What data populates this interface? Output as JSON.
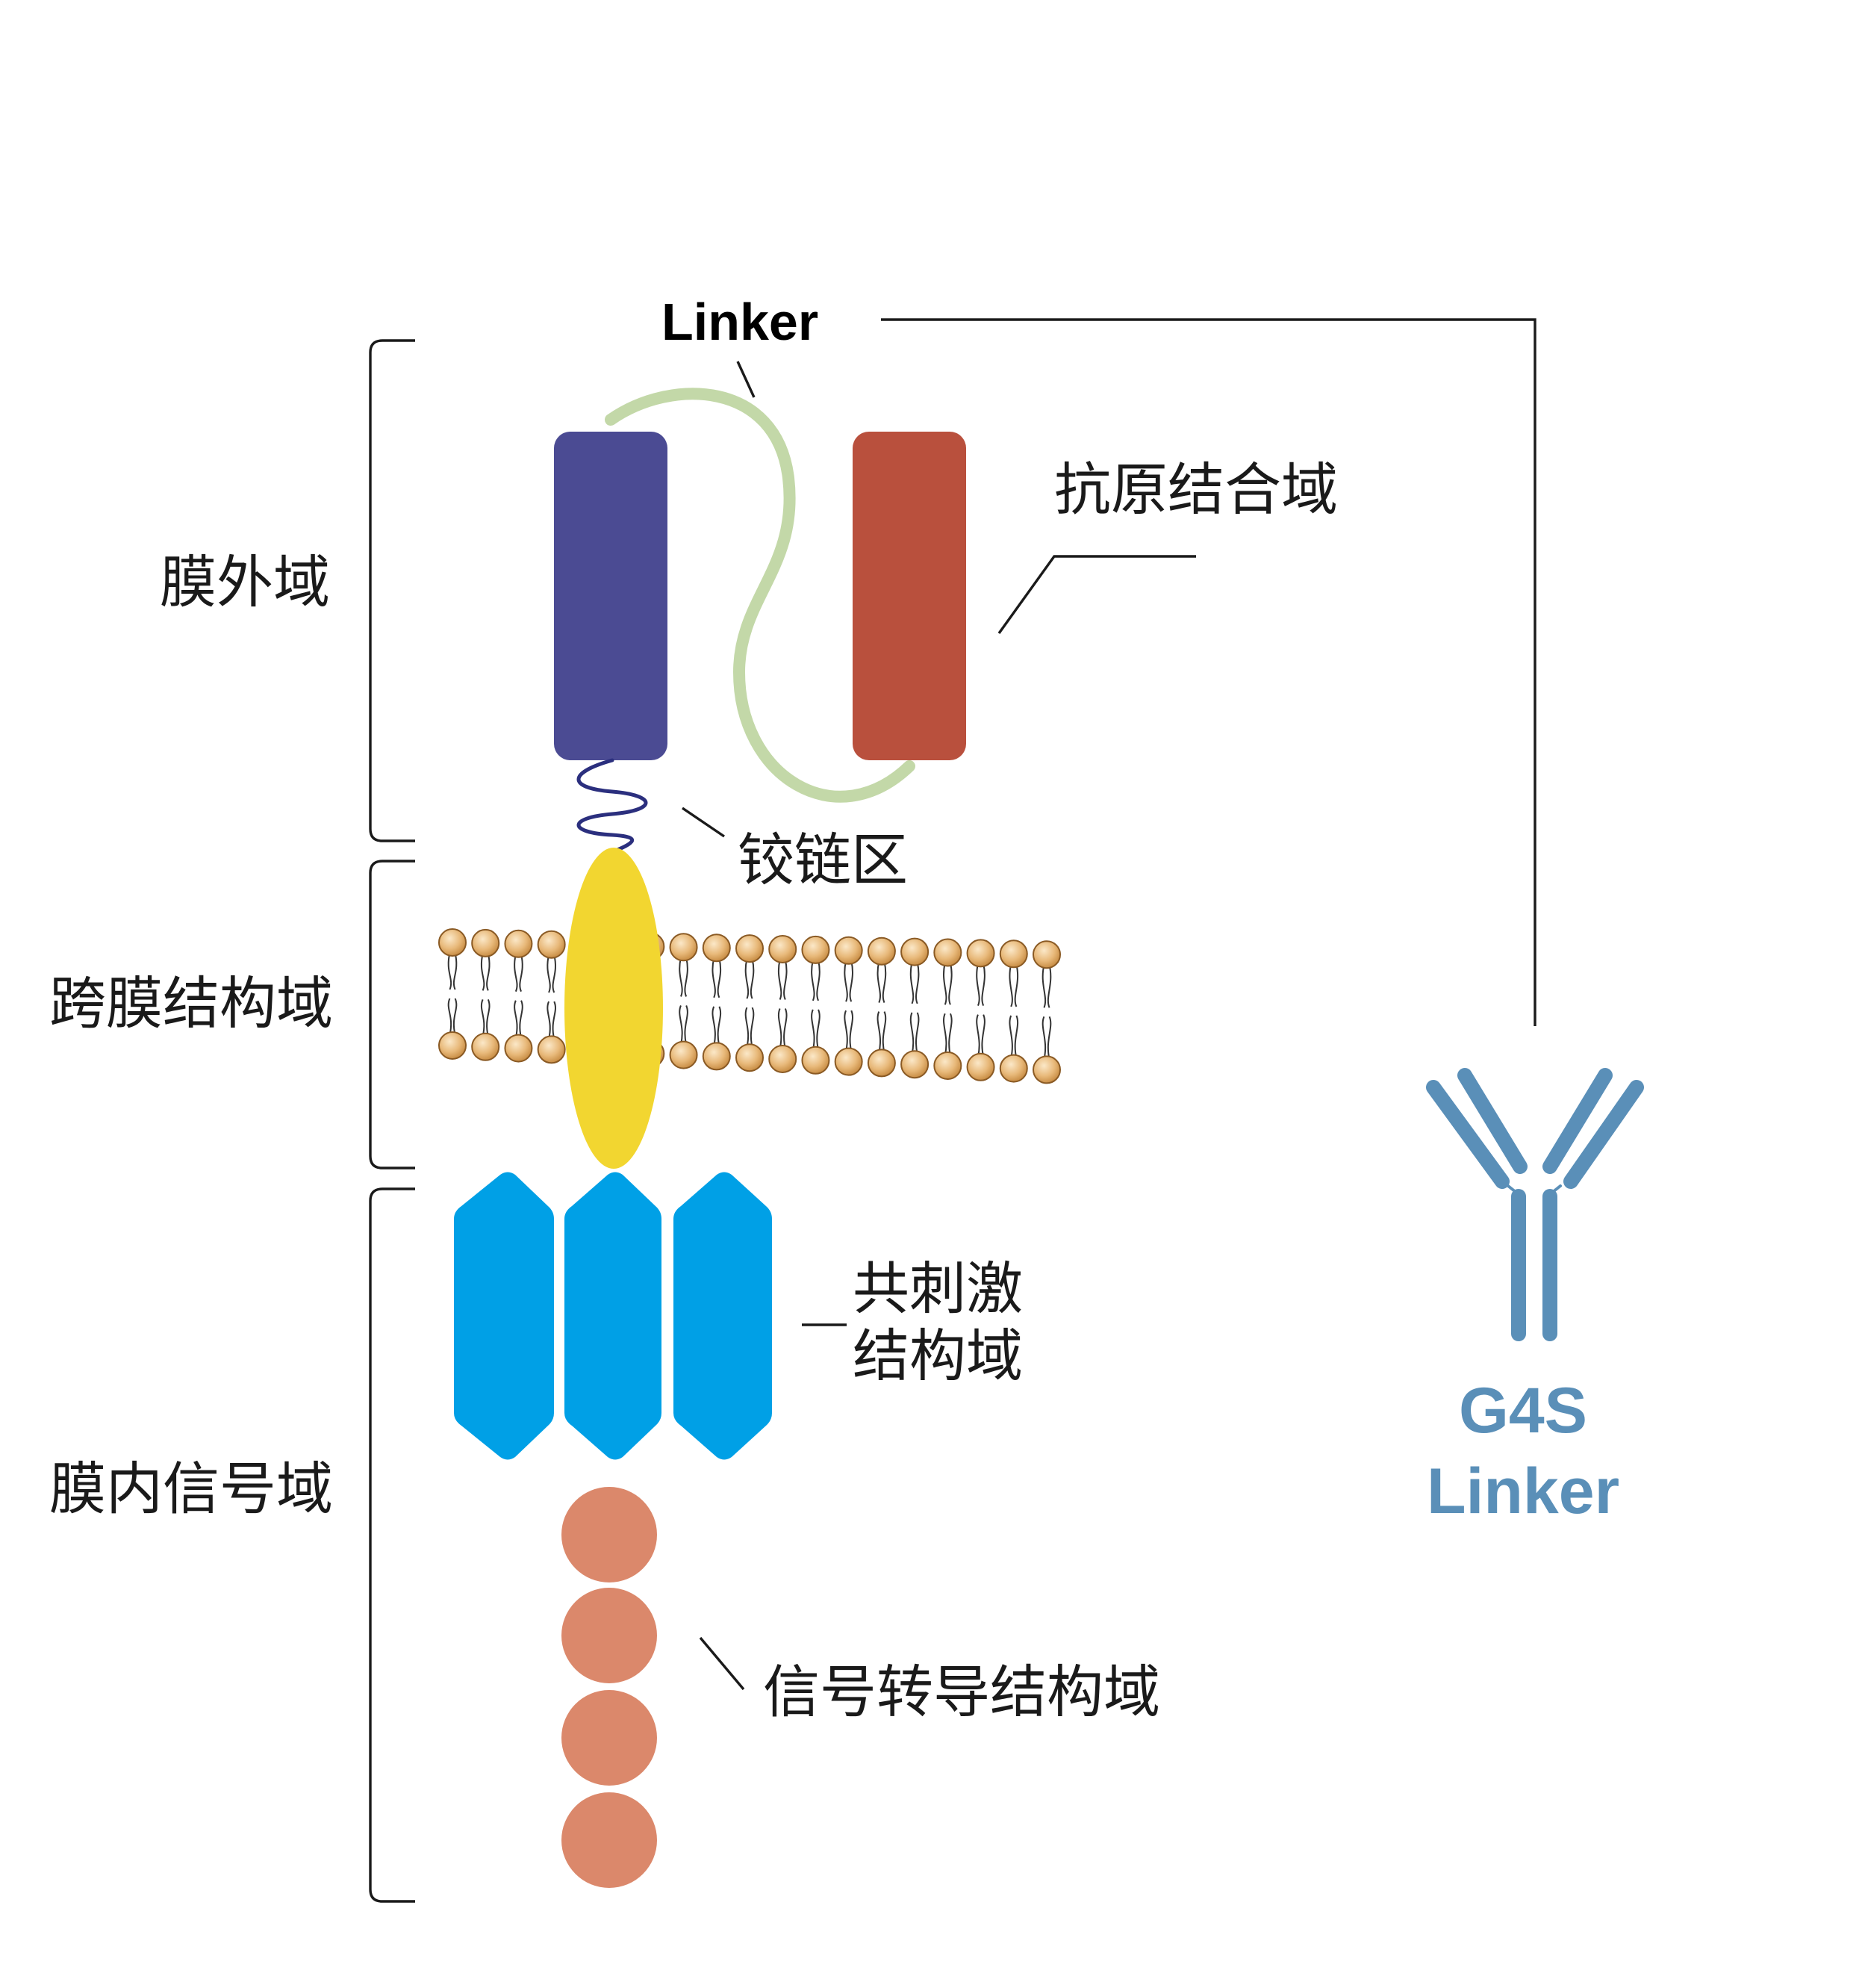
{
  "labels": {
    "linker": "Linker",
    "antigen_binding_domain": "抗原结合域",
    "hinge_region": "铰链区",
    "extracellular_domain": "膜外域",
    "transmembrane_domain": "跨膜结构域",
    "intracellular_domain": "膜内信号域",
    "costim_line1": "共刺激",
    "costim_line2": "结构域",
    "signal_domain": "信号转导结构域",
    "g4s_line1": "G4S",
    "g4s_line2": "Linker"
  },
  "icons": {
    "antibody": "antibody-y-icon",
    "lipid_bilayer": "lipid-bilayer-icon"
  },
  "colors": {
    "vh_domain": "#4b4b93",
    "vl_domain": "#b9503d",
    "linker_curve": "#c3d8a8",
    "hinge": "#2b2f7e",
    "transmembrane": "#f2d630",
    "costim": "#00a0e6",
    "signal": "#db886b",
    "lipid_head": "#e8b97a",
    "antibody": "#5a8fb8"
  }
}
